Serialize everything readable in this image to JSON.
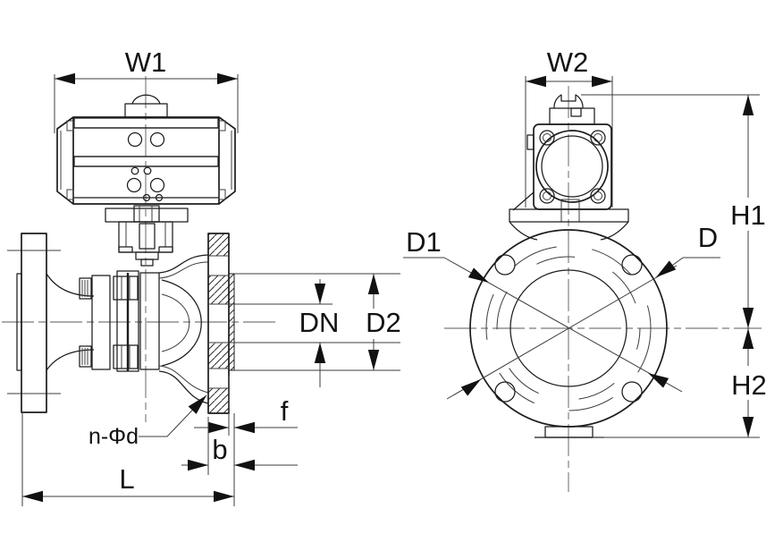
{
  "page": {
    "background_color": "#ffffff",
    "line_color": "#1c1c1c",
    "description_labels_only": "engineering dimension drawing of pneumatic actuated flanged ball valve, two views"
  },
  "side_view": {
    "dim_w1": "W1",
    "dim_dn": "DN",
    "dim_d2": "D2",
    "dim_f": "f",
    "dim_b": "b",
    "dim_l": "L",
    "callout_bolt_holes": "n-Φd"
  },
  "front_view": {
    "dim_w2": "W2",
    "dim_h1": "H1",
    "dim_h2": "H2",
    "dim_d1": "D1",
    "dim_d": "D"
  }
}
